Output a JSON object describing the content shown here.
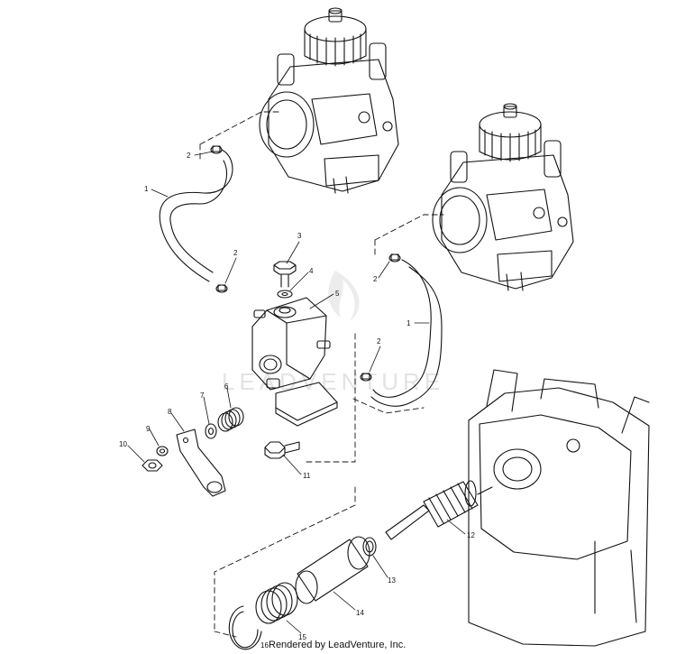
{
  "watermark": "LEADVENTURE",
  "credit": "Rendered by LeadVenture, Inc.",
  "callouts": {
    "c1a": "1",
    "c1b": "1",
    "c2a": "2",
    "c2b": "2",
    "c2c": "2",
    "c2d": "2",
    "c3": "3",
    "c4": "4",
    "c5": "5",
    "c6": "6",
    "c7": "7",
    "c8": "8",
    "c9": "9",
    "c10": "10",
    "c11": "11",
    "c12": "12",
    "c13": "13",
    "c14": "14",
    "c15": "15",
    "c16": "16"
  }
}
